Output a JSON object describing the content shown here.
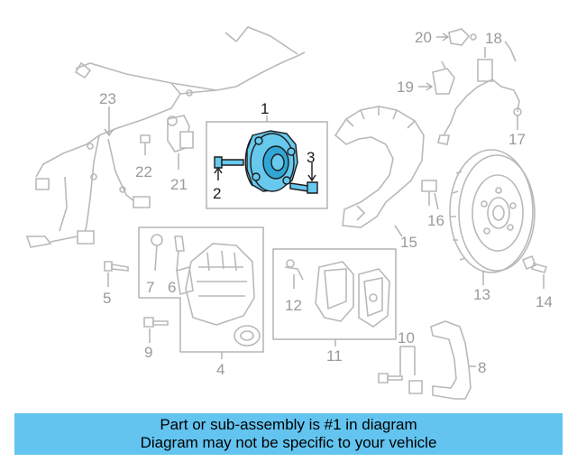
{
  "diagram": {
    "callouts": [
      "1",
      "2",
      "3",
      "4",
      "5",
      "6",
      "7",
      "8",
      "9",
      "10",
      "11",
      "12",
      "13",
      "14",
      "15",
      "16",
      "17",
      "18",
      "19",
      "20",
      "21",
      "22",
      "23"
    ],
    "highlighted_part": "1"
  },
  "footer": {
    "line1": "Part or sub-assembly is #1 in diagram",
    "line2": "Diagram may not be specific to your vehicle"
  },
  "colors": {
    "highlight": "#67c9ee",
    "banner": "#63c4f0",
    "linework": "#b9b9b9"
  }
}
